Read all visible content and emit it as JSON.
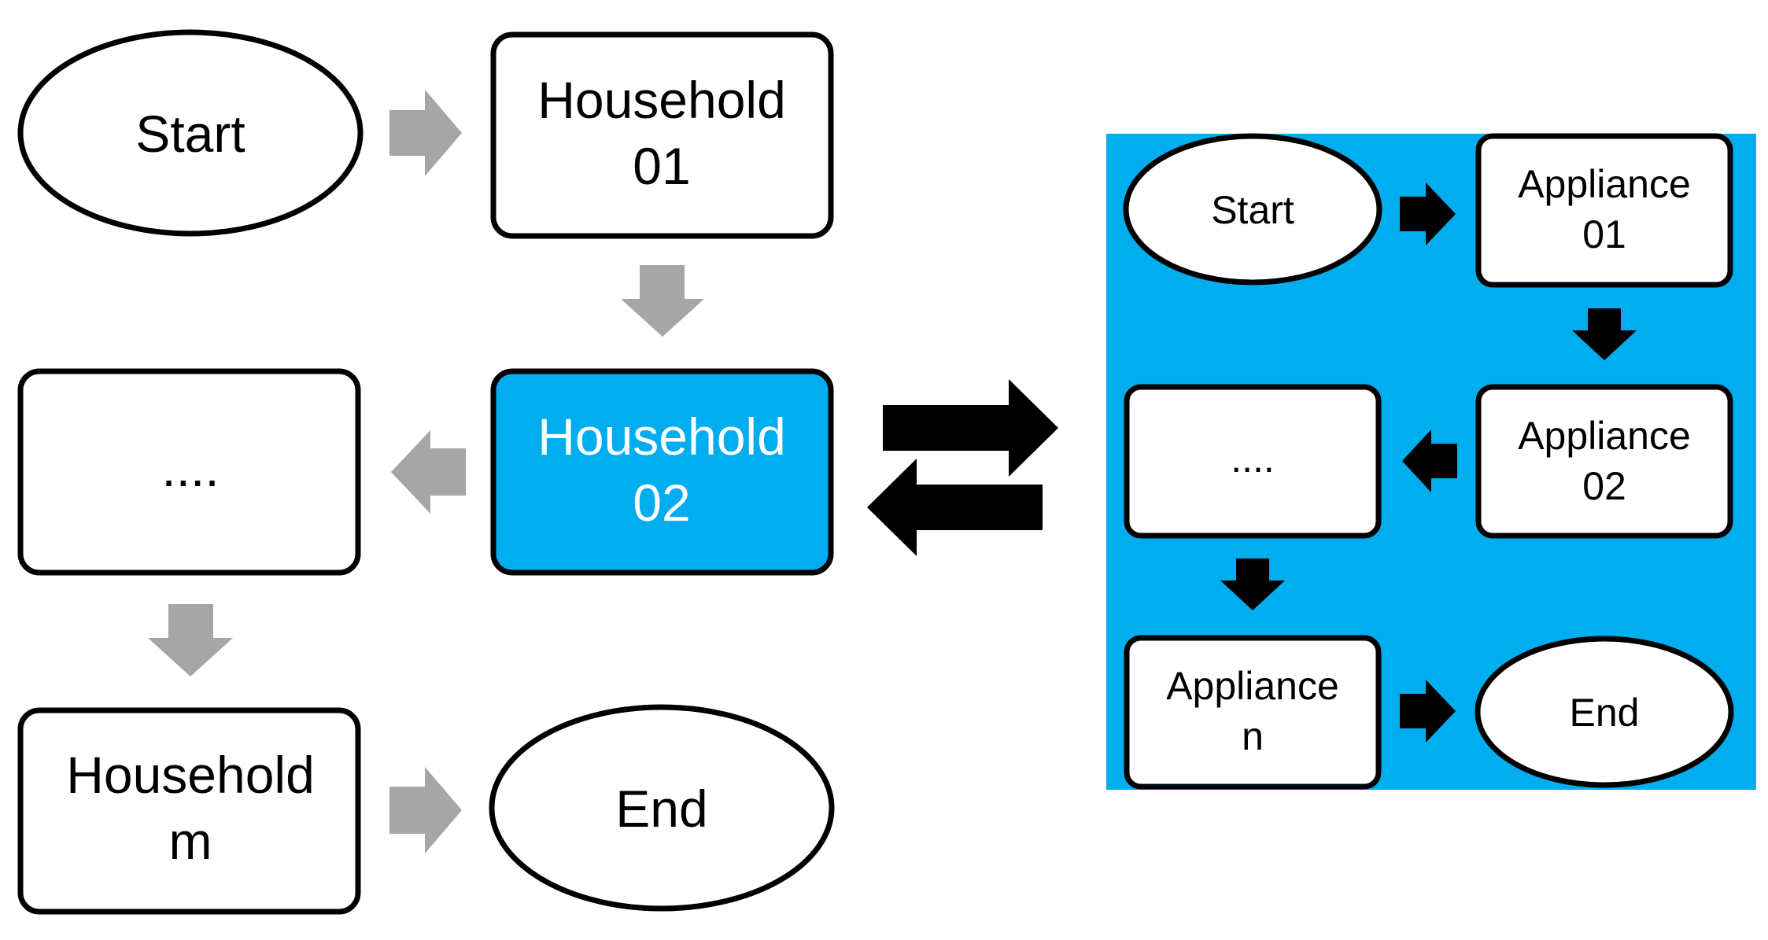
{
  "colors": {
    "panel": "#00AEEF",
    "highlight": "#00AEEF",
    "arrow_gray": "#A6A6A6",
    "arrow_black": "#000000",
    "stroke": "#000000"
  },
  "households": {
    "start": "Start",
    "h01": {
      "line1": "Household",
      "line2": "01"
    },
    "h02": {
      "line1": "Household",
      "line2": "02"
    },
    "ellipsis": "....",
    "hm": {
      "line1": "Household",
      "line2": "m"
    },
    "end": "End"
  },
  "appliances": {
    "start": "Start",
    "a01": {
      "line1": "Appliance",
      "line2": "01"
    },
    "a02": {
      "line1": "Appliance",
      "line2": "02"
    },
    "ellipsis": "....",
    "an": {
      "line1": "Appliance",
      "line2": "n"
    },
    "end": "End"
  }
}
